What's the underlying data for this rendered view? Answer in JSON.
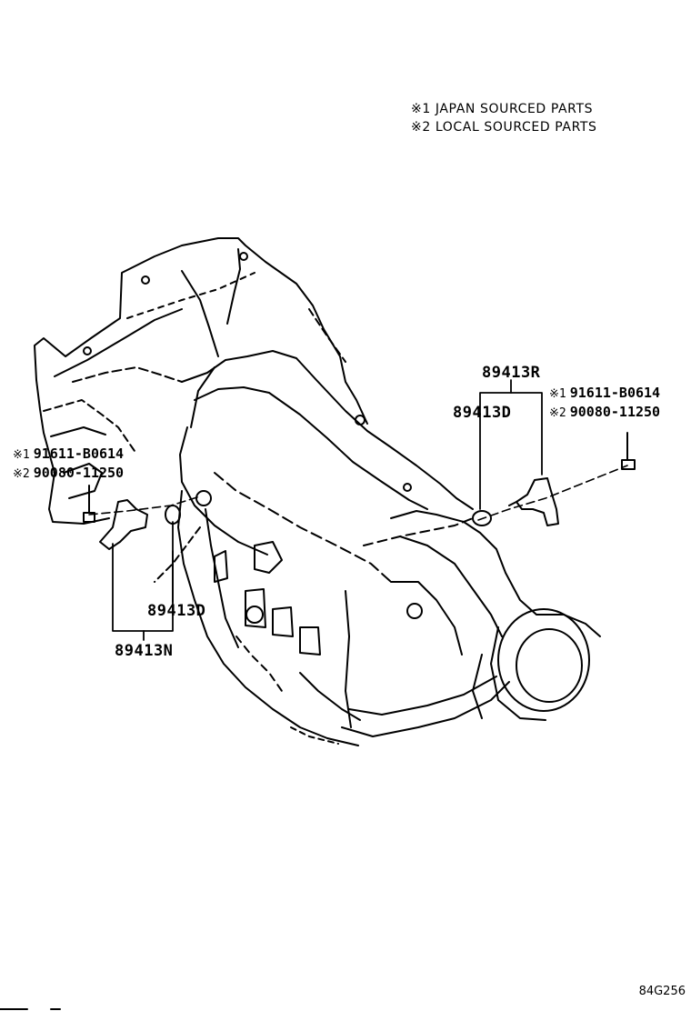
{
  "legend": {
    "line1": "※1 JAPAN SOURCED PARTS",
    "line2": "※2 LOCAL SOURCED PARTS"
  },
  "labels": {
    "right_group": "89413R",
    "right_oring": "89413D",
    "right_bolt_japan_mark": "※1",
    "right_bolt_japan": "91611-B0614",
    "right_bolt_local_mark": "※2",
    "right_bolt_local": "90080-11250",
    "left_bolt_japan_mark": "※1",
    "left_bolt_japan": "91611-B0614",
    "left_bolt_local_mark": "※2",
    "left_bolt_local": "90080-11250",
    "left_oring": "89413D",
    "left_group": "89413N"
  },
  "diagram_code": "84G256"
}
